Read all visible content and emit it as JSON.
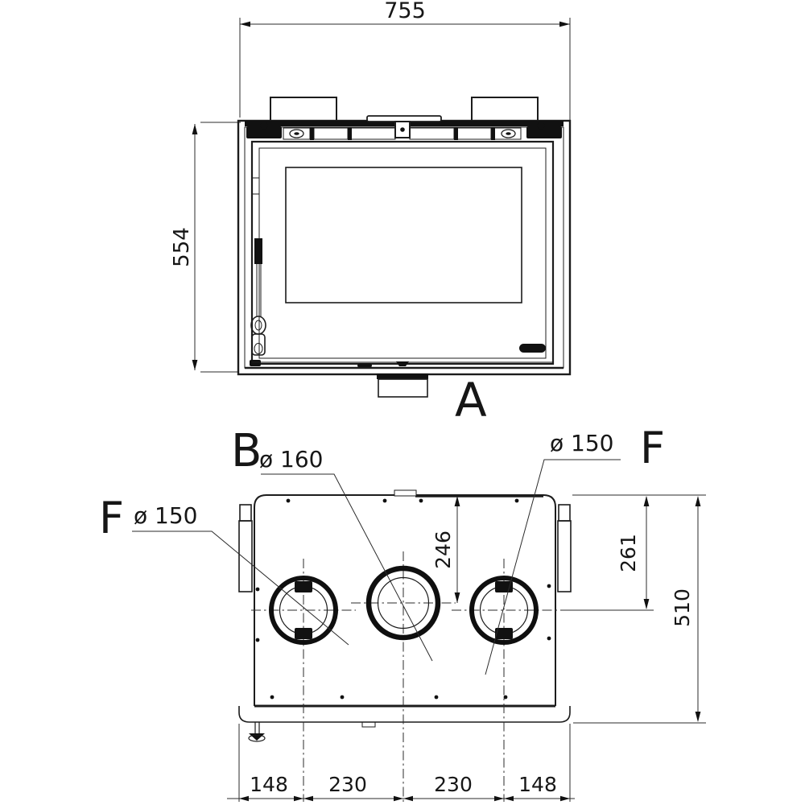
{
  "front_view": {
    "label": "A",
    "width": "755",
    "height": "554"
  },
  "top_view": {
    "flue_label": "B",
    "flue_diameter": "ø 160",
    "duct_left_label": "F",
    "duct_left_diameter": "ø 150",
    "duct_right_label": "F",
    "duct_right_diameter": "ø 150",
    "rear_to_flue_center": "246",
    "rear_to_duct_center": "261",
    "depth": "510",
    "bottom_chain": [
      "148",
      "230",
      "230",
      "148"
    ]
  },
  "colors": {
    "line": "#1c1c1c",
    "dim": "#2b2b2b",
    "background": "#ffffff"
  }
}
